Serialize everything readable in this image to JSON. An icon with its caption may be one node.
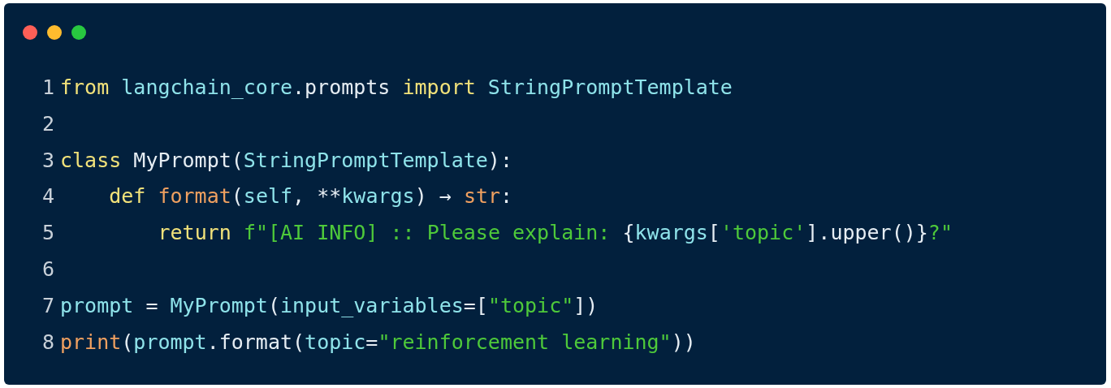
{
  "diagram": {
    "labels": [
      "1",
      "from langchain_core.prompts import StringPromptTemplate",
      "2",
      "3",
      "class MyPrompt(StringPromptTemplate):",
      "4",
      "    def format(self, **kwargs) → str:",
      "5",
      "        return f\"[AI INFO] :: Please explain: {kwargs['topic'].upper()}?\"",
      "6",
      "7",
      "prompt = MyPrompt(input_variables=[\"topic\"])",
      "8",
      "print(prompt.format(topic=\"reinforcement learning\"))"
    ]
  }
}
